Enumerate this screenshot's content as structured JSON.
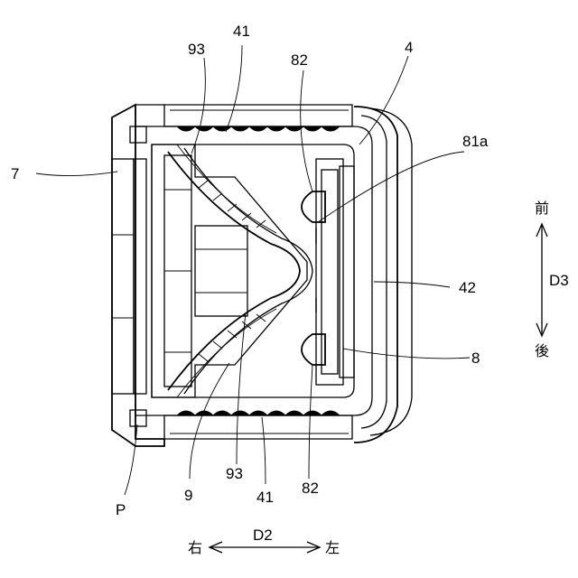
{
  "figure": {
    "labels": {
      "n7": "7",
      "n93_top": "93",
      "n41_top": "41",
      "n82_top": "82",
      "n4": "4",
      "n81a": "81a",
      "n42": "42",
      "n8": "8",
      "nP": "P",
      "n9": "9",
      "n93_bottom": "93",
      "n41_bottom": "41",
      "n82_bottom": "82"
    },
    "axis_front_back": {
      "front": "前",
      "back": "後",
      "name": "D3"
    },
    "axis_right_left": {
      "right": "右",
      "left": "左",
      "name": "D2"
    }
  }
}
